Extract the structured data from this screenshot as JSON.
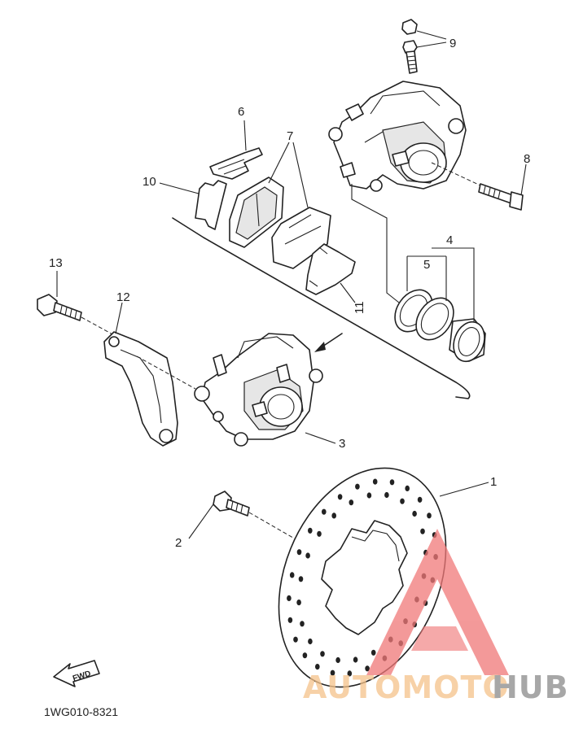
{
  "callouts": {
    "c1": "1",
    "c2": "2",
    "c3": "3",
    "c4": "4",
    "c5": "5",
    "c6": "6",
    "c7": "7",
    "c8": "8",
    "c9": "9",
    "c10": "10",
    "c11": "11",
    "c12": "12",
    "c13": "13"
  },
  "direction_label": "FWD",
  "diagram_code": "1WG010-8321",
  "watermark": {
    "part1": "AUTOMOTO",
    "part2": "HUB",
    "color1": "#f5c28a",
    "color2": "#8a8a8a",
    "triangle_color": "#f07878"
  }
}
